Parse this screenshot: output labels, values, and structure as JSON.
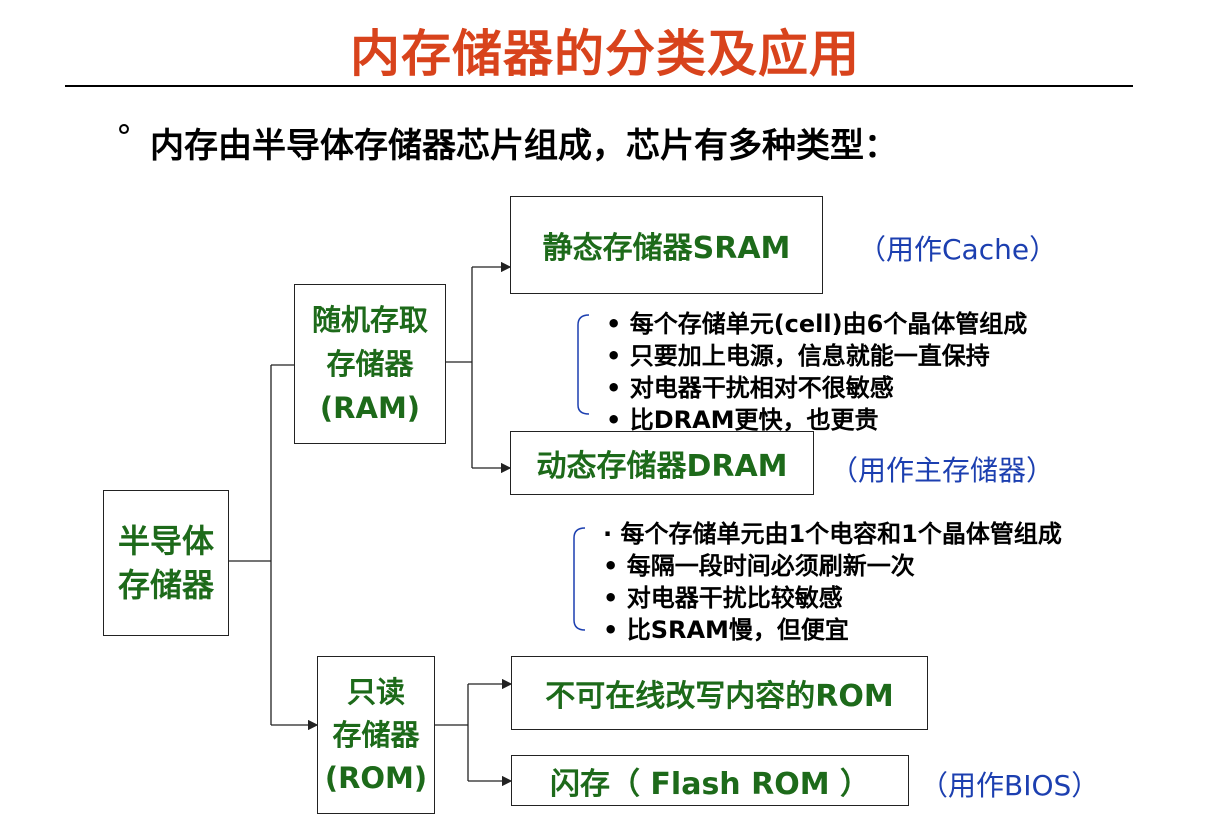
{
  "title": "内存储器的分类及应用",
  "subtitle_bullet": "°",
  "subtitle": "内存由半导体存储器芯片组成，芯片有多种类型：",
  "nodes": {
    "semiconductor": [
      "半导体",
      "存储器"
    ],
    "ram": [
      "随机存取",
      "存储器",
      "(RAM)"
    ],
    "rom": [
      "只读",
      "存储器",
      "(ROM)"
    ],
    "sram": "静态存储器SRAM",
    "dram": "动态存储器DRAM",
    "rom_fixed": "不可在线改写内容的ROM",
    "flash": "闪存（ Flash ROM ）"
  },
  "notes": {
    "sram": "（用作Cache）",
    "dram": "（用作主存储器）",
    "flash": "（用作BIOS）"
  },
  "sram_features": [
    "• 每个存储单元(cell)由6个晶体管组成",
    "• 只要加上电源，信息就能一直保持",
    "• 对电器干扰相对不很敏感",
    "• 比DRAM更快，也更贵"
  ],
  "dram_features": [
    "· 每个存储单元由1个电容和1个晶体管组成",
    "• 每隔一段时间必须刷新一次",
    "• 对电器干扰比较敏感",
    "• 比SRAM慢，但便宜"
  ]
}
